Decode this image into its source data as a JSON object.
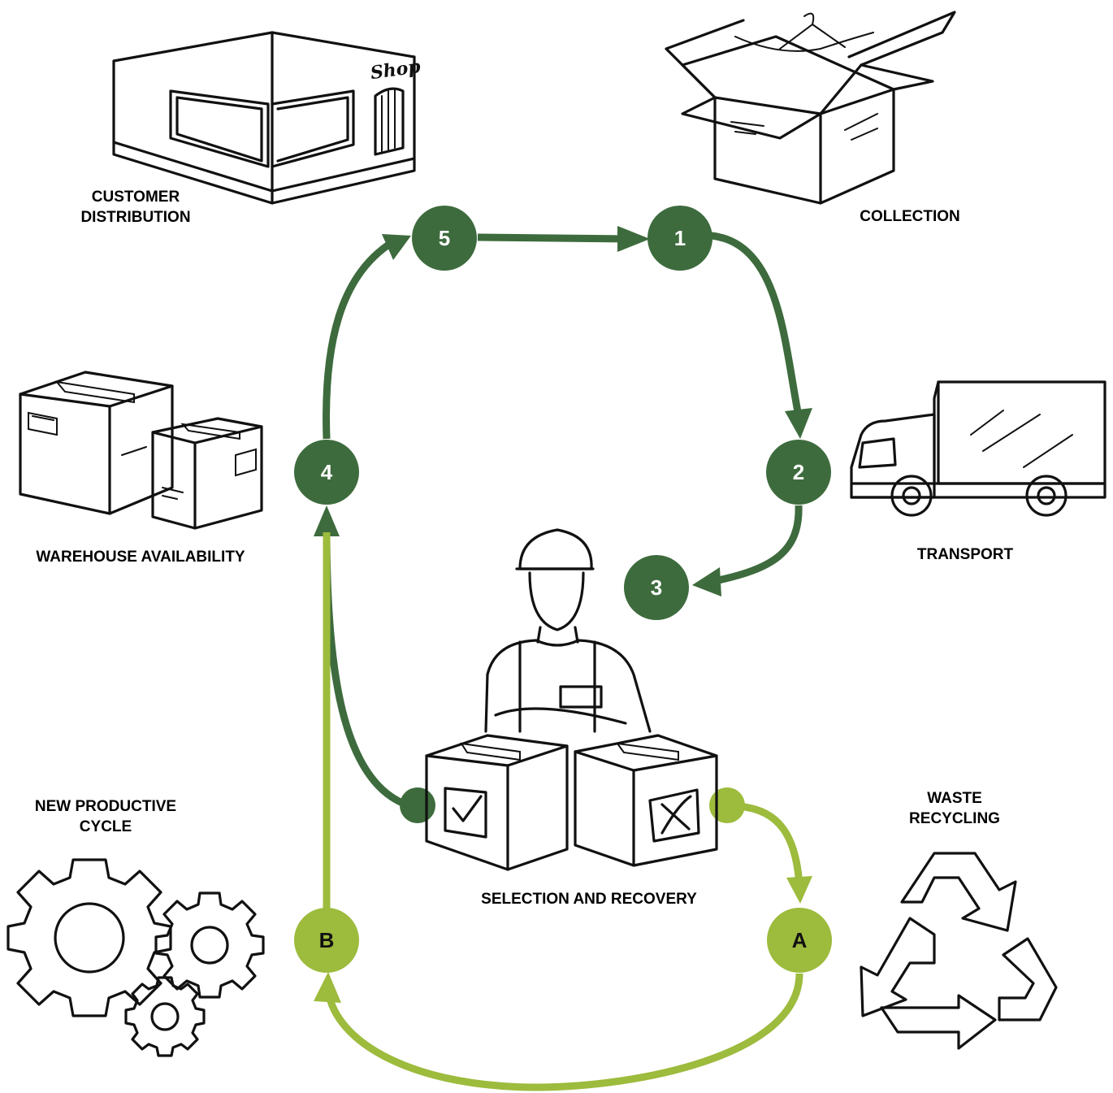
{
  "colors": {
    "dark_green": "#3d6b3d",
    "light_green": "#9dbb3c",
    "ink": "#111111"
  },
  "labels": {
    "customer_distribution": [
      "CUSTOMER",
      "DISTRIBUTION"
    ],
    "collection": "COLLECTION",
    "warehouse": "WAREHOUSE AVAILABILITY",
    "transport": "TRANSPORT",
    "new_cycle": [
      "NEW PRODUCTIVE",
      "CYCLE"
    ],
    "waste": [
      "WASTE",
      "RECYCLING"
    ],
    "selection": "SELECTION AND RECOVERY",
    "shop_sign": "Shop"
  },
  "nodes": {
    "n1": "1",
    "n2": "2",
    "n3": "3",
    "n4": "4",
    "n5": "5",
    "nA": "A",
    "nB": "B"
  },
  "icons": {
    "shop": "shop-building-icon",
    "collection": "open-box-icon",
    "warehouse": "stacked-boxes-icon",
    "transport": "truck-icon",
    "worker": "worker-icon",
    "gears": "gears-icon",
    "recycle": "recycle-icon"
  }
}
